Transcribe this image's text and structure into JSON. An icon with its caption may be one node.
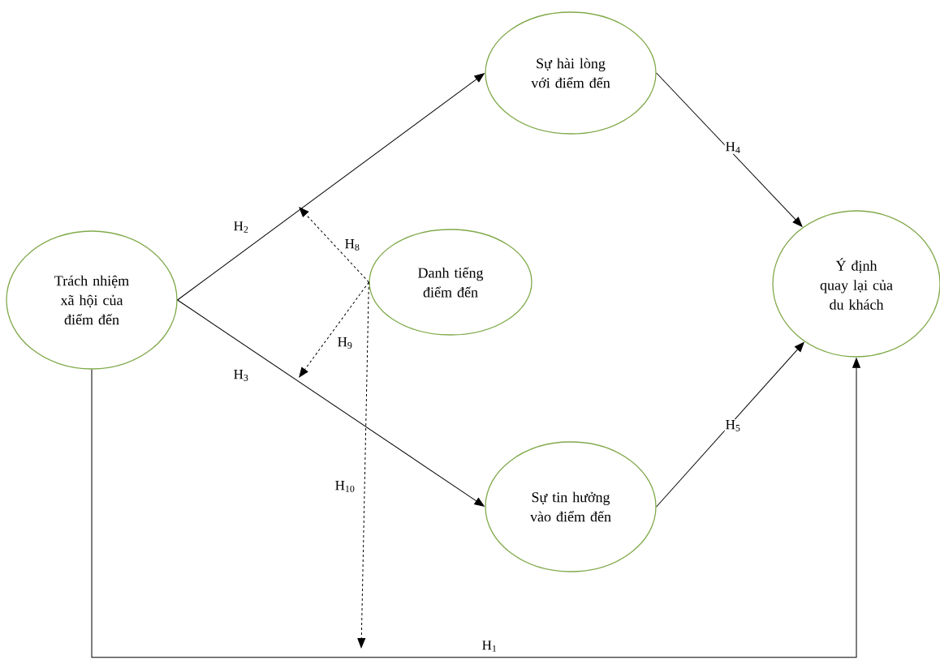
{
  "diagram": {
    "nodes": [
      {
        "text": [
          "Trách nhiệm xã hội của điểm đến"
        ]
      },
      {
        "text": [
          "Sự hài lòng với điểm đến"
        ]
      },
      {
        "text": [
          "Danh tiếng điểm đến"
        ]
      },
      {
        "text": [
          "Sự tin hưởng vào điểm đến"
        ]
      },
      {
        "text": [
          "Ý định quay lại của du khách"
        ]
      }
    ],
    "edges": [
      {
        "from": 0,
        "to": 1,
        "arrow": "to",
        "label": "H$_{2}$"
      },
      {
        "from": 0,
        "to": 3,
        "arrow": "to",
        "label": "H$_{3}$"
      },
      {
        "from": 1,
        "to": 4,
        "arrow": "to",
        "label": "H$_{4}$"
      },
      {
        "from": 3,
        "to": 4,
        "arrow": "to",
        "label": "H$_{5}$"
      },
      {
        "from": 0,
        "to": 4,
        "arrow": "to",
        "label": "H$_{1}$"
      },
      {
        "from": 2,
        "to": null,
        "arrow": "to",
        "label": "H$_{8}$",
        "style": "dashed"
      },
      {
        "from": 2,
        "to": null,
        "arrow": "to",
        "label": "H$_{9}$",
        "style": "dashed"
      },
      {
        "from": 2,
        "to": null,
        "arrow": "to",
        "label": "H$_{10}$",
        "style": "dashed"
      }
    ]
  }
}
